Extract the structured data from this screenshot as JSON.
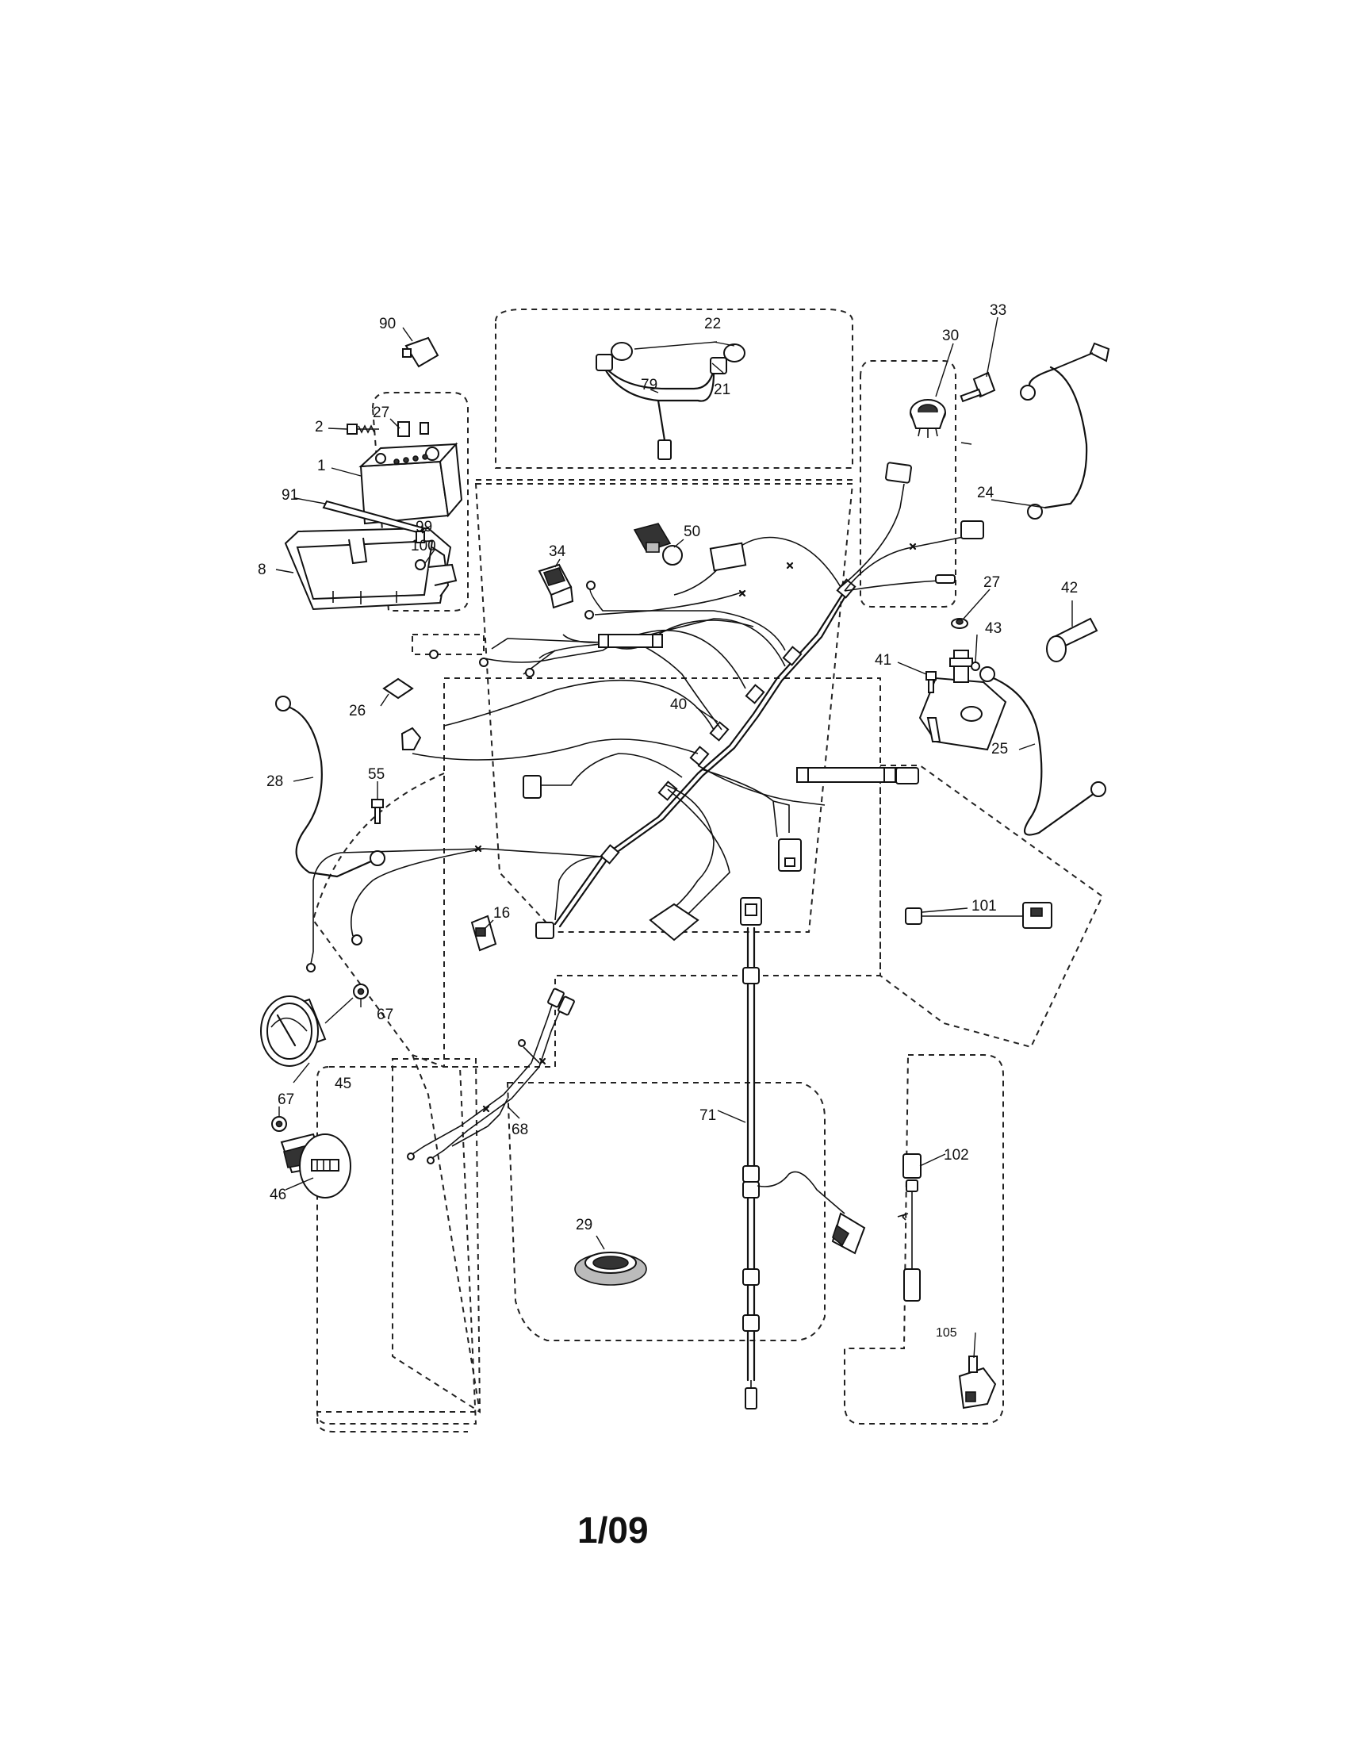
{
  "callouts": {
    "c1": "1",
    "c2": "2",
    "c8": "8",
    "c16": "16",
    "c21": "21",
    "c22": "22",
    "c24": "24",
    "c25": "25",
    "c26": "26",
    "c27a": "27",
    "c27b": "27",
    "c28": "28",
    "c29": "29",
    "c30": "30",
    "c33": "33",
    "c34": "34",
    "c40": "40",
    "c41": "41",
    "c42": "42",
    "c43": "43",
    "c45": "45",
    "c46": "46",
    "c50": "50",
    "c55": "55",
    "c67a": "67",
    "c67b": "67",
    "c68": "68",
    "c71": "71",
    "c79": "79",
    "c90": "90",
    "c91": "91",
    "c99": "99",
    "c100": "100",
    "c101": "101",
    "c102": "102",
    "c105": "105"
  },
  "footer": {
    "page_code": "1/09"
  }
}
